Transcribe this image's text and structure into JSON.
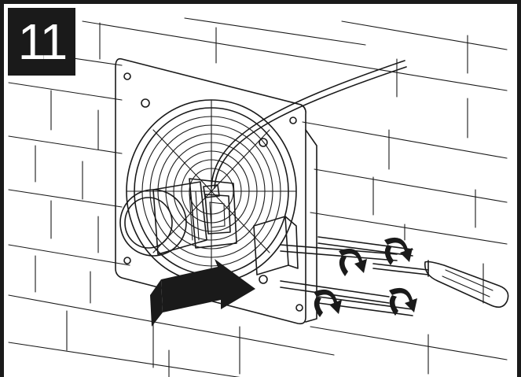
{
  "step": {
    "number": "11"
  },
  "colors": {
    "ink": "#1a1a1a",
    "paper": "#ffffff"
  },
  "icons": [
    "brick-wall",
    "wall-fan",
    "fan-guard",
    "fan-motor",
    "junction-box",
    "power-cable",
    "wall-plug",
    "screw",
    "screwdriver",
    "rotation-arrow",
    "push-arrow"
  ]
}
